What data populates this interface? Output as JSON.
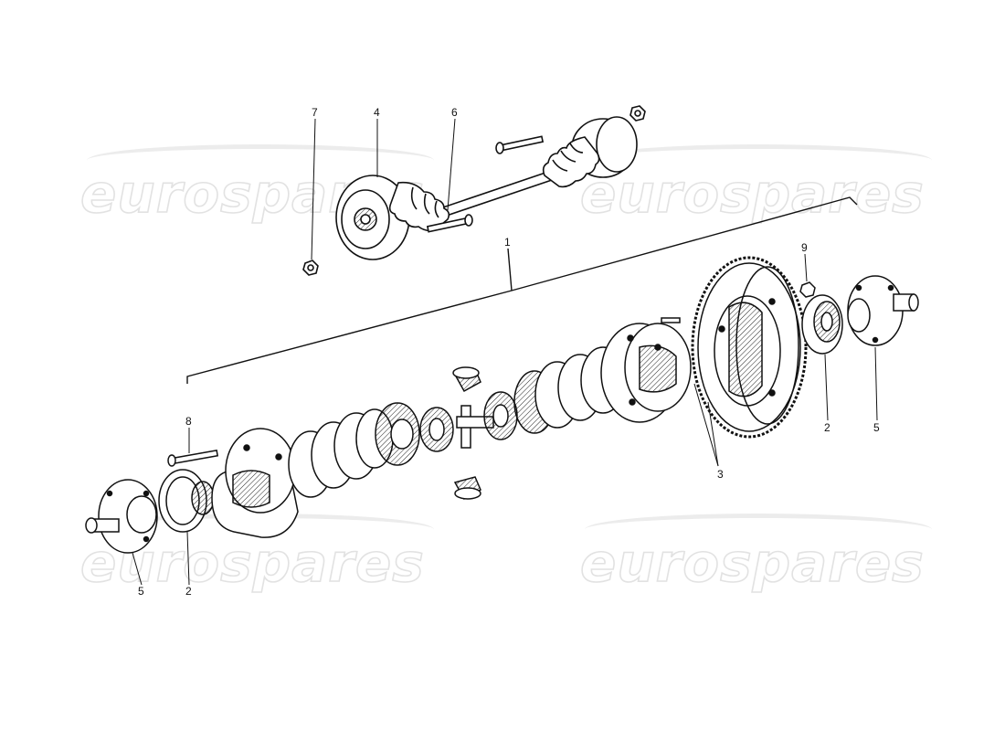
{
  "watermark": {
    "text": "eurospares"
  },
  "callouts": [
    {
      "id": "c7",
      "label": "7"
    },
    {
      "id": "c4",
      "label": "4"
    },
    {
      "id": "c6",
      "label": "6"
    },
    {
      "id": "c1",
      "label": "1"
    },
    {
      "id": "c9",
      "label": "9"
    },
    {
      "id": "c8",
      "label": "8"
    },
    {
      "id": "c3",
      "label": "3"
    },
    {
      "id": "c2a",
      "label": "2"
    },
    {
      "id": "c5a",
      "label": "5"
    },
    {
      "id": "c2b",
      "label": "2"
    },
    {
      "id": "c5b",
      "label": "5"
    }
  ]
}
